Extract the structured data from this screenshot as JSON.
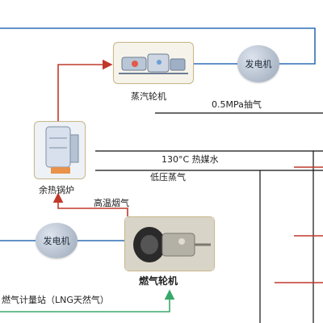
{
  "nodes": {
    "steam_turbine": "蒸汽轮机",
    "generator_top": "发电机",
    "boiler": "余热锅炉",
    "gas_turbine": "燃气轮机",
    "generator_bottom": "发电机",
    "gas_station": "燃气计量站（LNG天然气）"
  },
  "flows": {
    "extraction_steam": "0.5MPa抽气",
    "hot_water": "130°C 热媒水",
    "low_pressure_steam": "低压蒸气",
    "flue_gas": "高温烟气"
  },
  "colors": {
    "blue_line": "#2f6fb5",
    "red_line": "#c0392b",
    "green_line": "#3aa86b",
    "black_line": "#111111"
  }
}
